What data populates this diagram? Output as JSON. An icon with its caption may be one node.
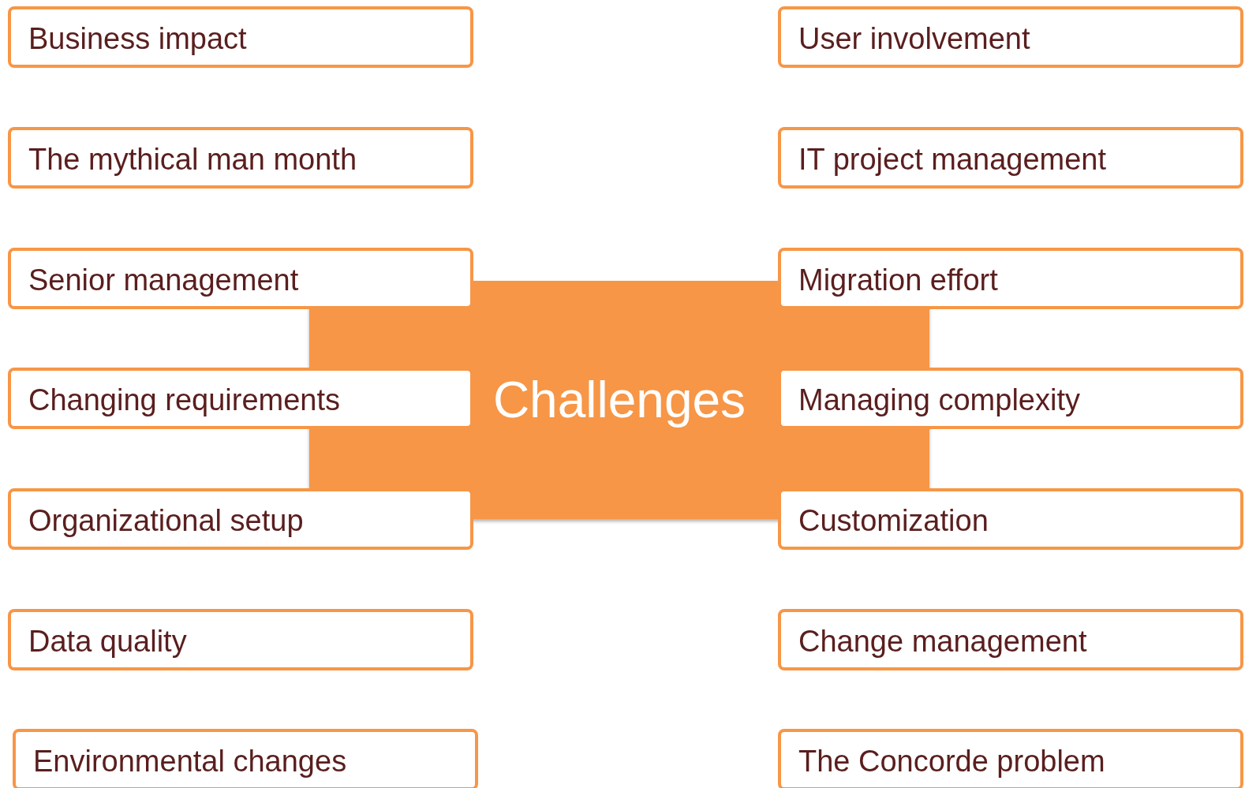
{
  "diagram": {
    "nodes": [
      {
        "text": [
          "Challenges"
        ]
      },
      {
        "text": [
          "Business impact"
        ]
      },
      {
        "text": [
          "User involvement"
        ]
      },
      {
        "text": [
          "The mythical man month"
        ]
      },
      {
        "text": [
          "IT project management"
        ]
      },
      {
        "text": [
          "Senior management"
        ]
      },
      {
        "text": [
          "Migration effort"
        ]
      },
      {
        "text": [
          "Changing requirements"
        ]
      },
      {
        "text": [
          "Managing complexity"
        ]
      },
      {
        "text": [
          "Organizational setup"
        ]
      },
      {
        "text": [
          "Customization"
        ]
      },
      {
        "text": [
          "Data quality"
        ]
      },
      {
        "text": [
          "Change management"
        ]
      },
      {
        "text": [
          "Environmental changes"
        ]
      },
      {
        "text": [
          "The Concorde problem"
        ]
      }
    ]
  }
}
